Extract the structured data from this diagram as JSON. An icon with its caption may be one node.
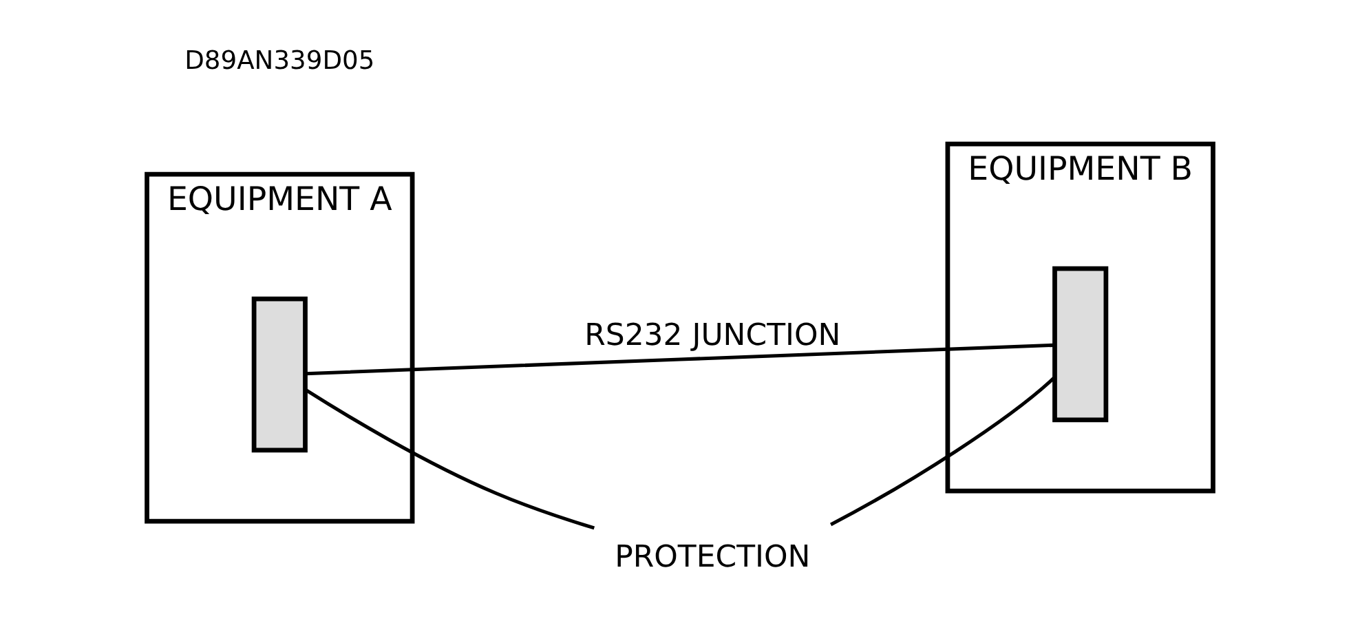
{
  "diagram": {
    "nodes": [
      {
        "text": [
          "EQUIPMENT A"
        ]
      },
      {
        "text": [],
        "shape": "box",
        "in": 0
      },
      {
        "text": [
          "EQUIPMENT B"
        ]
      },
      {
        "text": [],
        "shape": "box",
        "in": 2
      },
      {
        "text": [
          "PROTECTION"
        ]
      }
    ],
    "edges": [
      {
        "from": 1,
        "to": 3,
        "arrow": "none",
        "label": "RS232 JUNCTION"
      },
      {
        "from": 4,
        "to": 1,
        "arrow": "none"
      },
      {
        "from": 4,
        "to": 3,
        "arrow": "none"
      }
    ],
    "labels": [
      "D89AN339D05"
    ]
  }
}
